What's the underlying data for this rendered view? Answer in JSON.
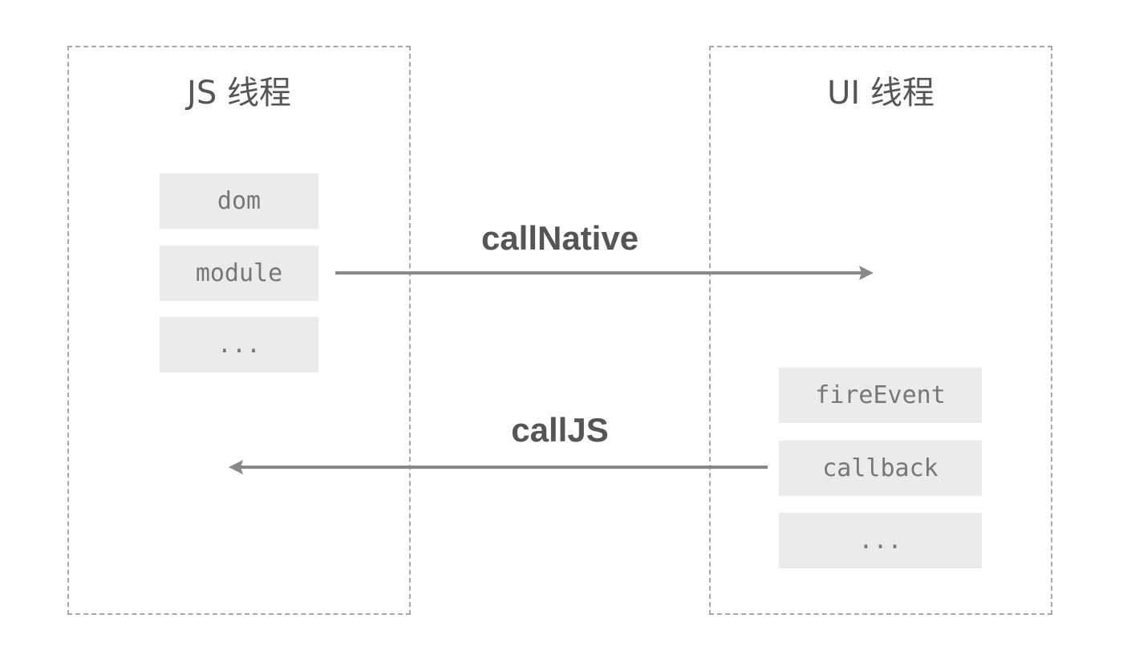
{
  "threads": {
    "js": {
      "title": "JS 线程",
      "items": [
        "dom",
        "module",
        "..."
      ]
    },
    "ui": {
      "title": "UI 线程",
      "items": [
        "fireEvent",
        "callback",
        "..."
      ]
    }
  },
  "arrows": {
    "call_native": {
      "label": "callNative",
      "direction": "JS → UI"
    },
    "call_js": {
      "label": "callJS",
      "direction": "UI → JS"
    }
  },
  "colors": {
    "box_border": "#a8a8a8",
    "item_bg": "#ebebeb",
    "item_text": "#777777",
    "title_text": "#555555",
    "arrow": "#888888"
  }
}
